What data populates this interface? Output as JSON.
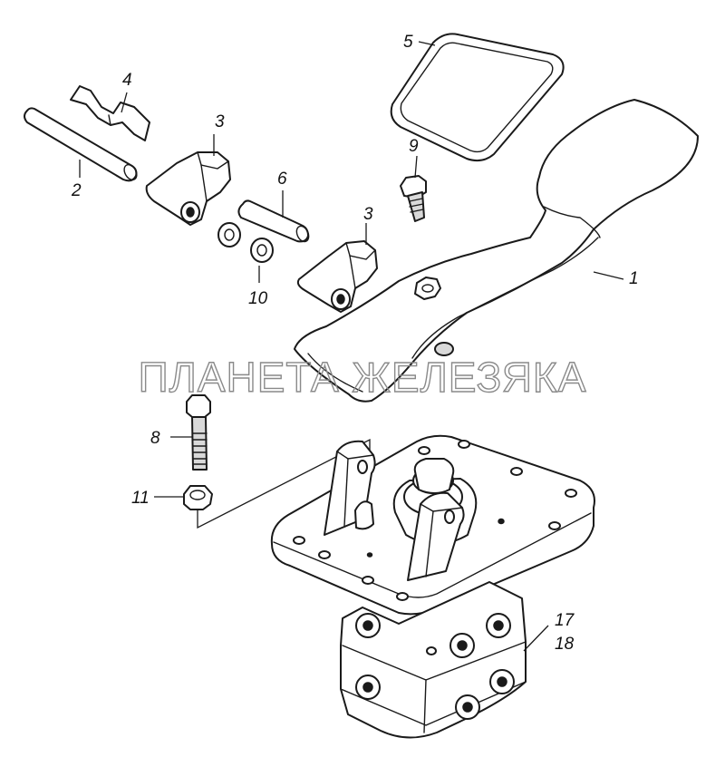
{
  "watermark": "ПЛАНЕТА ЖЕЛЕЗЯКА",
  "callouts": {
    "c1": "1",
    "c2": "2",
    "c3a": "3",
    "c3b": "3",
    "c4": "4",
    "c5": "5",
    "c6": "6",
    "c8": "8",
    "c9": "9",
    "c10": "10",
    "c11": "11",
    "c17": "17",
    "c18": "18"
  }
}
